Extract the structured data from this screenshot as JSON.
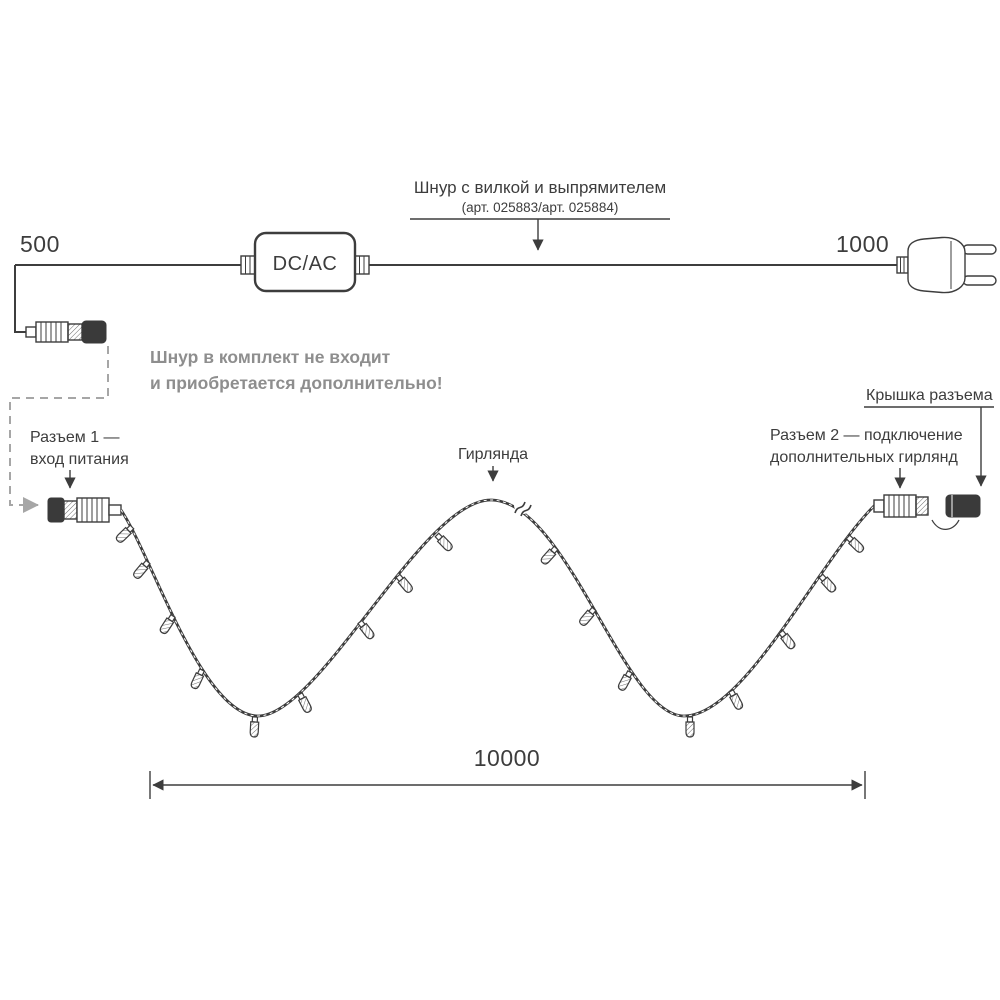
{
  "colors": {
    "ink": "#3d3d3d",
    "note_gray": "#8e8e8e",
    "dashed_gray": "#a6a6a6",
    "background": "#ffffff"
  },
  "labels": {
    "cord_title": "Шнур с вилкой и выпрямителем",
    "cord_subtitle": "(арт. 025883/арт. 025884)",
    "dim_left": "500",
    "dim_right": "1000",
    "dim_total": "10000",
    "converter": "DC/AC",
    "note_line1": "Шнур в комплект не входит",
    "note_line2": "и приобретается дополнительно!",
    "connector1_line1": "Разъем 1 —",
    "connector1_line2": "вход питания",
    "garland": "Гирлянда",
    "connector2_line1": "Разъем 2 — подключение",
    "connector2_line2": "дополнительных гирлянд",
    "cap": "Крышка разъема"
  }
}
